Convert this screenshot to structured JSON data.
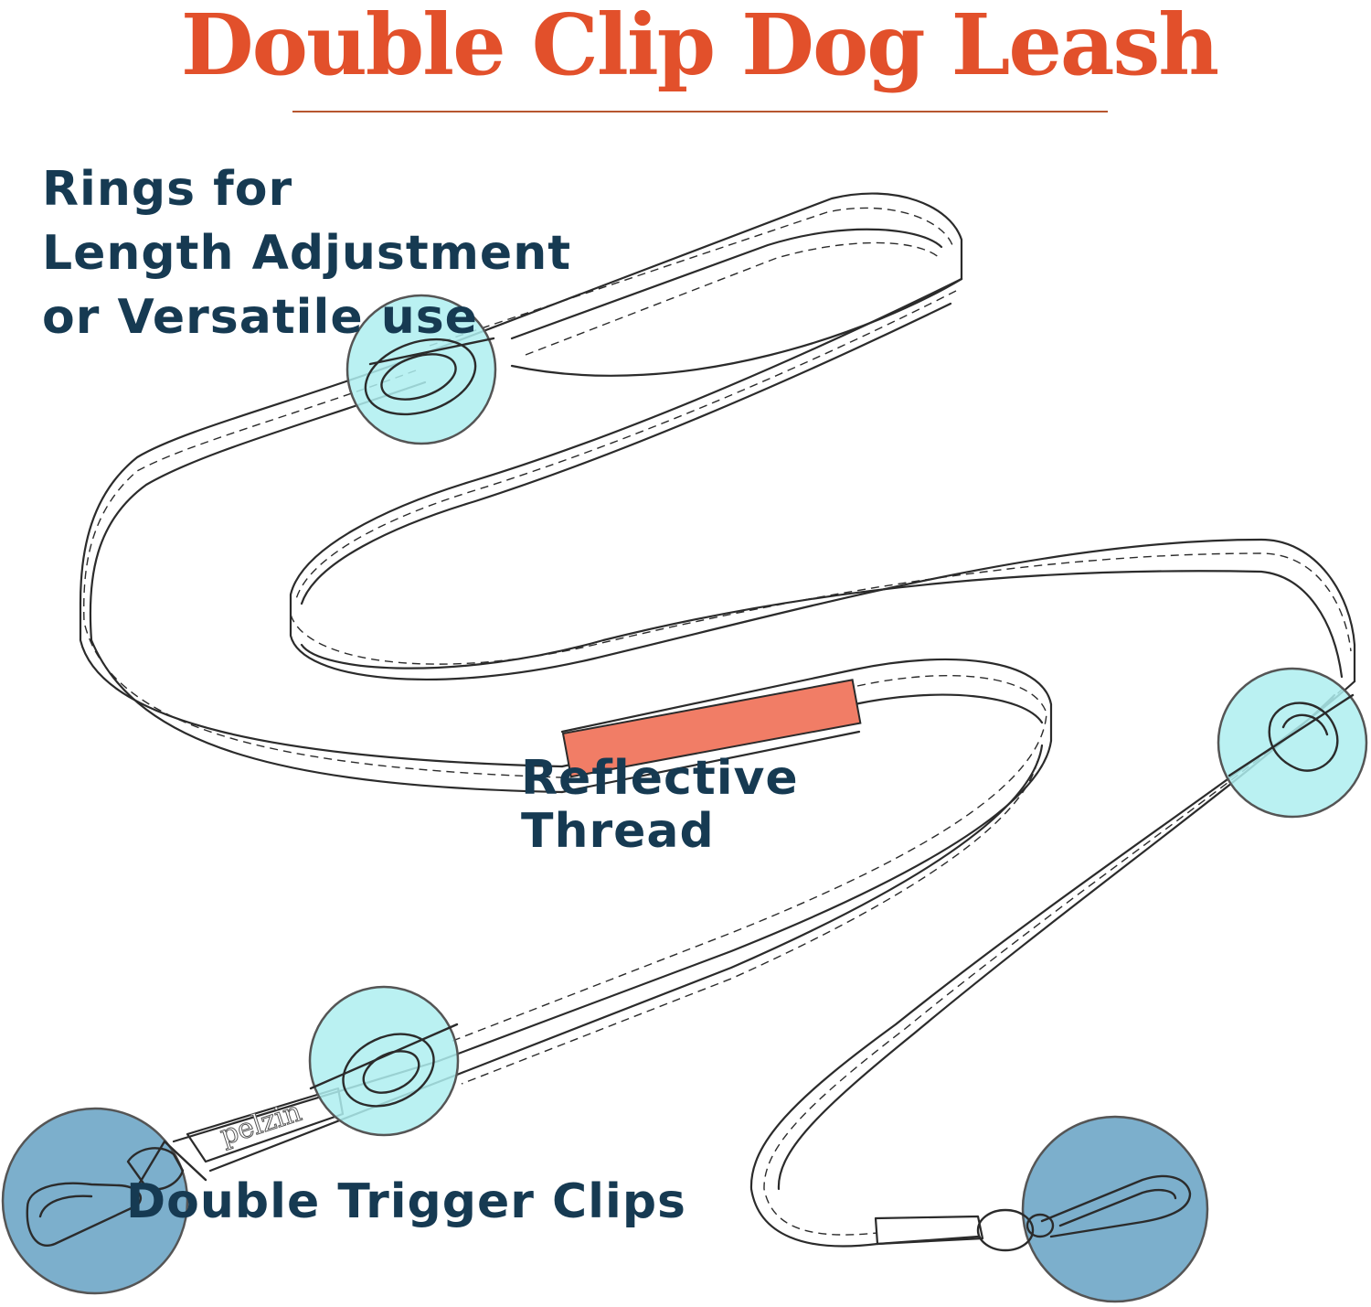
{
  "title": "Double Clip Dog Leash",
  "brand_tag": "pelzin",
  "callouts": {
    "rings": {
      "lines": [
        "Rings for",
        "Length Adjustment",
        "or Versatile use"
      ]
    },
    "reflective": {
      "lines": [
        "Reflective",
        "Thread"
      ]
    },
    "clips": {
      "lines": [
        "Double Trigger Clips"
      ]
    }
  },
  "colors": {
    "title": "#e2502b",
    "label_text": "#163a52",
    "ring_highlight": "#aeeef0",
    "clip_highlight": "#6ea6c6",
    "reflective_patch": "#f17d66",
    "outline": "#2b2b2b"
  }
}
